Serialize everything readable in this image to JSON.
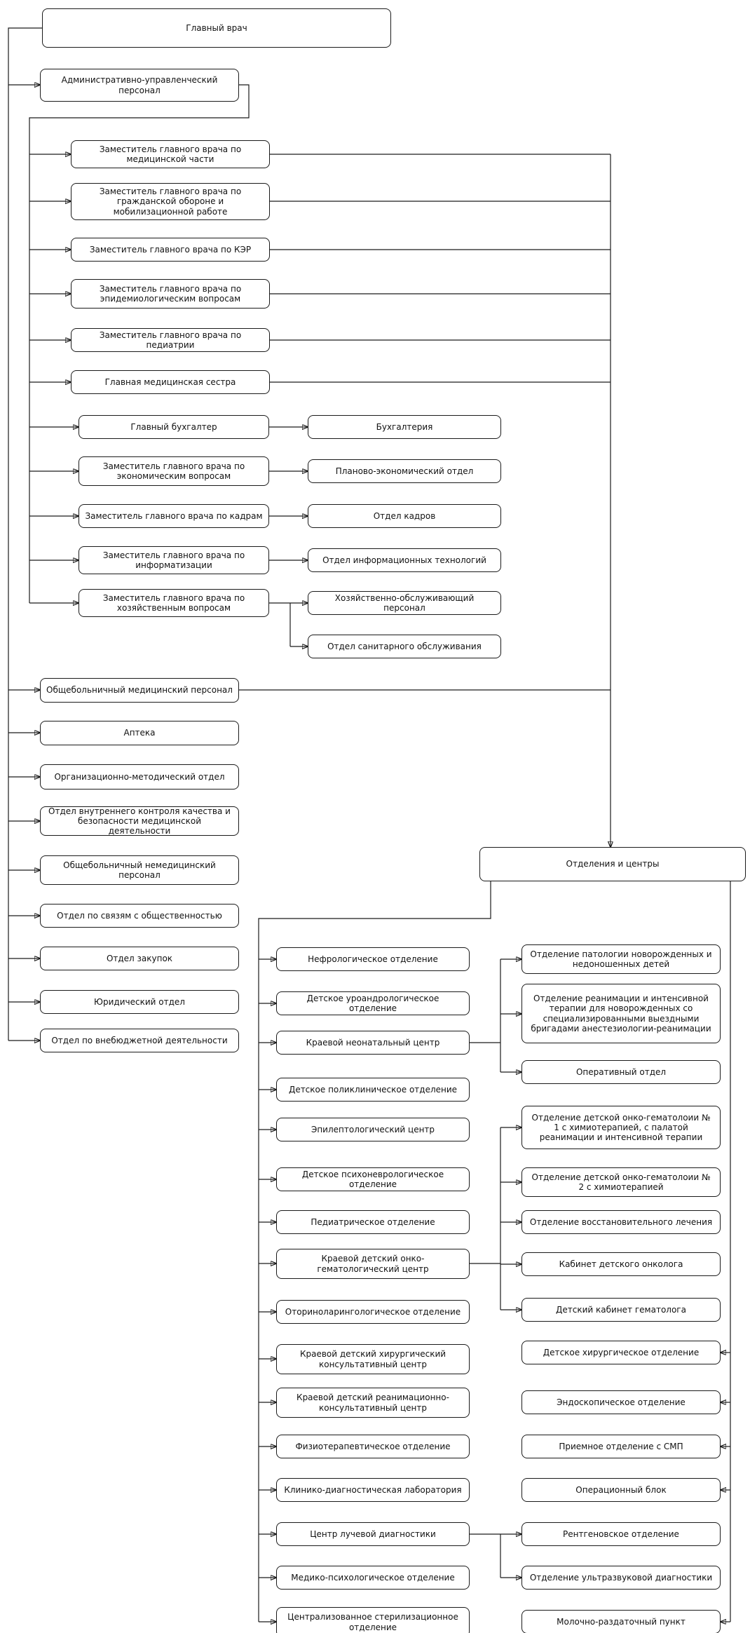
{
  "colors": {
    "line": "#1a1a1a",
    "box-bg": "#ffffff"
  },
  "org_chart": {
    "root": "Главный врач",
    "admin_branch": {
      "head": "Административно-управленческий персонал",
      "deputies": [
        "Заместитель главного врача по медицинской части",
        "Заместитель главного врача по гражданской обороне и мобилизационной работе",
        "Заместитель главного врача по КЭР",
        "Заместитель главного врача по эпидемиологическим вопросам",
        "Заместитель главного врача по педиатрии",
        "Главная медицинская сестра"
      ],
      "pairs": [
        {
          "head": "Главный бухгалтер",
          "dept": "Бухгалтерия"
        },
        {
          "head": "Заместитель главного врача по экономическим вопросам",
          "dept": "Планово-экономический отдел"
        },
        {
          "head": "Заместитель главного врача по кадрам",
          "dept": "Отдел кадров"
        },
        {
          "head": "Заместитель главного врача по информатизации",
          "dept": "Отдел информационных технологий"
        },
        {
          "head": "Заместитель главного врача по хозяйственным вопросам",
          "dept": "Хозяйственно-обслуживающий персонал",
          "dept2": "Отдел санитарного обслуживания"
        }
      ]
    },
    "hospital_units": [
      "Общебольничный медицинский персонал",
      "Аптека",
      "Организационно-методический отдел",
      "Отдел внутреннего контроля качества и безопасности медицинской деятельности",
      "Общебольничный немедицинский персонал",
      "Отдел по связям с общественностью",
      "Отдел закупок",
      "Юридический отдел",
      "Отдел по внебюджетной деятельности"
    ],
    "departments": {
      "title": "Отделения и центры",
      "left": [
        "Нефрологическое отделение",
        "Детское уроандрологическое отделение",
        "Краевой неонатальный центр",
        "Детское поликлиническое отделение",
        "Эпилептологический центр",
        "Детское психоневрологическое отделение",
        "Педиатрическое отделение",
        "Краевой детский онко-гематологический центр",
        "Оториноларингологическое отделение",
        "Краевой детский хирургический консультативный центр",
        "Краевой детский реанимационно-консультативный центр",
        "Физиотерапевтическое отделение",
        "Клинико-диагностическая лаборатория",
        "Центр лучевой диагностики",
        "Медико-психологическое отделение",
        "Централизованное стерилизационное отделение"
      ],
      "right": [
        "Отделение патологии новорожденных и недоношенных детей",
        "Отделение реанимации и интенсивной терапии для новорожденных со специализированными выездными бригадами анестезиологии-реанимации",
        "Оперативный отдел",
        "Отделение детской онко-гематолоии № 1 с химиотерапией, с палатой реанимации и интенсивной терапии",
        "Отделение детской онко-гематолоии № 2 с химиотерапией",
        "Отделение восстановительного лечения",
        "Кабинет детского онколога",
        "Детский кабинет гематолога",
        "Детское хирургическое отделение",
        "Эндоскопическое отделение",
        "Приемное отделение с СМП",
        "Операционный блок",
        "Рентгеновское отделение",
        "Отделение ультразвуковой диагностики",
        "Молочно-раздаточный пункт"
      ]
    }
  }
}
